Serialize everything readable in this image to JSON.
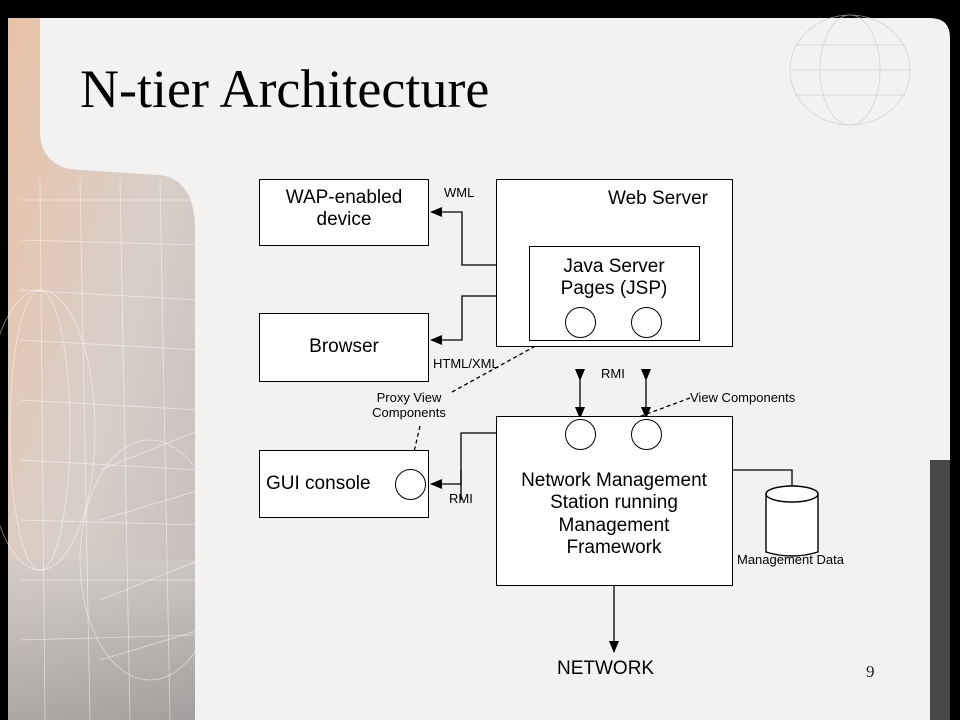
{
  "slide": {
    "title": "N-tier Architecture",
    "page_number": "9"
  },
  "diagram": {
    "wap_device": {
      "line1": "WAP-enabled",
      "line2": "device"
    },
    "browser": "Browser",
    "gui_console": "GUI console",
    "web_server": "Web Server",
    "jsp": {
      "line1": "Java Server",
      "line2": "Pages (JSP)"
    },
    "nms": {
      "line1": "Network Management",
      "line2": "Station running",
      "line3": "Management",
      "line4": "Framework"
    },
    "management_data": "Management Data",
    "network": "NETWORK",
    "edge_labels": {
      "wml": "WML",
      "html_xml": "HTML/XML",
      "rmi_top": "RMI",
      "rmi_bottom": "RMI",
      "proxy_view_line1": "Proxy View",
      "proxy_view_line2": "Components",
      "view_components": "View Components"
    }
  },
  "colors": {
    "background": "#000000",
    "slide_panel": "#f4f2f1",
    "diagram_fill": "#ffffff",
    "ink": "#000000"
  }
}
